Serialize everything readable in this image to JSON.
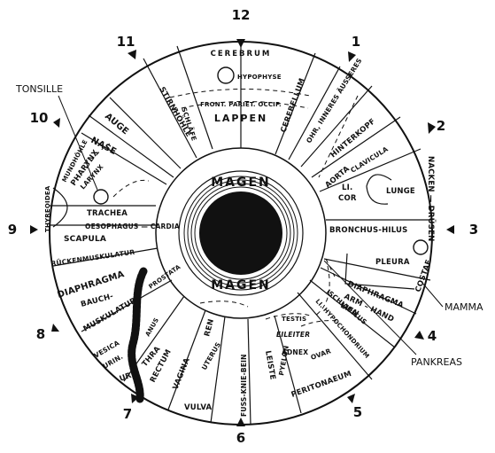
{
  "clock_numbers": [
    "12",
    "1",
    "2",
    "3",
    "4",
    "5",
    "6",
    "7",
    "8",
    "9",
    "10",
    "11"
  ],
  "external_labels": {
    "tonsille": "TONSILLE",
    "mamma": "MAMMA",
    "pankreas": "PANKREAS"
  },
  "center": {
    "top": "MAGEN",
    "bottom": "MAGEN"
  },
  "sectors": {
    "cerebrum": "CEREBRUM",
    "hypophyse": "HYPOPHYSE",
    "lappen_sub": "FRONT. PARIET. OCCIP.",
    "lappen": "LAPPEN",
    "schlafe": "SCHLÄFE",
    "stirnhohle": "STIRNHÖHLE",
    "cerebellum": "CEREBELLUM",
    "ohr": "OHR, INNERES ÄUSSERES",
    "hinterkopf": "HINTERKOPF",
    "clavicula": "CLAVICULA",
    "aorta": "AORTA",
    "li_cor_1": "LI.",
    "li_cor_2": "COR",
    "lunge": "LUNGE",
    "nacken_drusen": "NACKEN — DRÜSEN",
    "bronchus": "BRONCHUS-HILUS",
    "pleura": "PLEURA",
    "costae": "COSTAE",
    "diaphragma_r": "DIAPHRAGMA",
    "arm_hand": "ARM – HAND",
    "lien": "LIEN",
    "ischiadicus": "ISCHIADICUS",
    "hypochondrium": "LI. HYPOCHONDRIUM",
    "testis": "TESTIS",
    "eileiter": "EILEITER",
    "adnex": "ADNEX",
    "ovar": "OVAR",
    "pyelon": "PYELON",
    "peritonaeum": "PERITONAEUM",
    "leiste": "LEISTE",
    "fuss": "FUSS-KNIE-BEIN",
    "ren": "REN",
    "uterus": "UTERUS",
    "vagina": "VAGINA",
    "vulva": "VULVA",
    "rectum": "RECTUM",
    "urethra_1": "URE",
    "urethra_2": "THRA",
    "prostata": "PROSTATA",
    "anus": "ANUS",
    "vesica_1": "VESICA",
    "vesica_2": "URIN.",
    "bauch": "BAUCH-",
    "muskulatur": "MUSKULATUR",
    "diaphragma_l": "DIAPHRAGMA",
    "rucken": "RÜCKENMUSKULATUR",
    "scapula": "SCAPULA",
    "oesophagus": "OESOPHAGUS — CARDIA",
    "thyreoidea": "THYREOIDEA",
    "mundhohle": "MUNDHÖHLE",
    "pharynx": "PHARYNX",
    "larynx": "LARYNX",
    "trachea": "TRACHEA",
    "nase": "NASE",
    "auge": "AUGE"
  }
}
